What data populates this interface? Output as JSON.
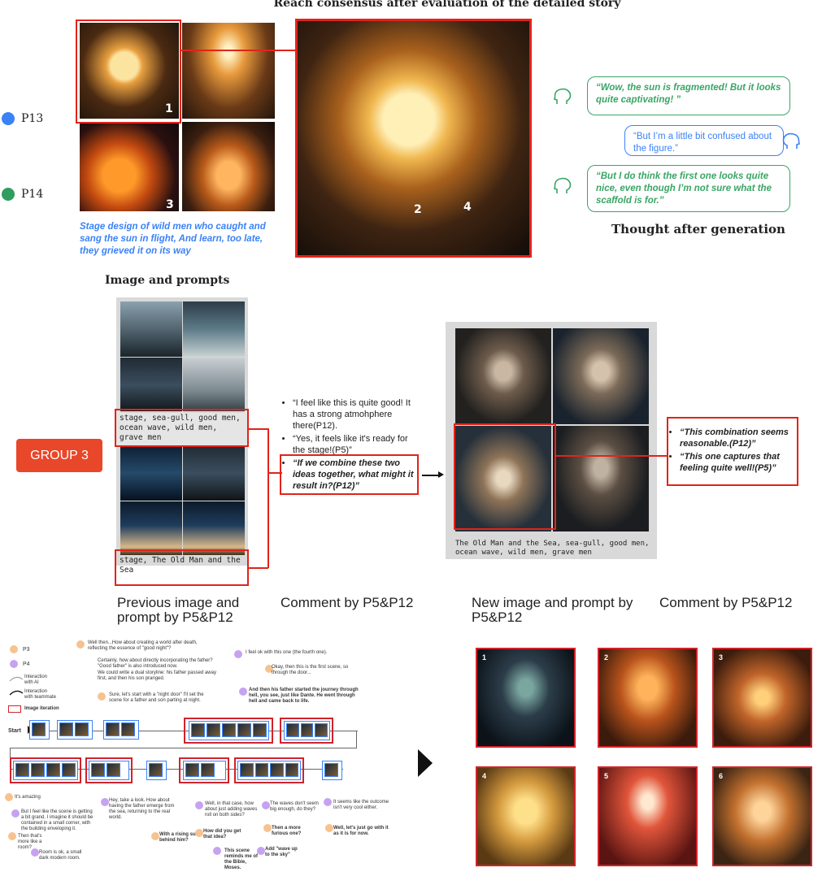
{
  "section1": {
    "title": "Reach consensus after evaluation of the detailed story",
    "participants": [
      {
        "label": "P13",
        "color": "#3b82f6"
      },
      {
        "label": "P14",
        "color": "#2f9d5d"
      }
    ],
    "image_numbers": [
      "1",
      "2",
      "3",
      "4"
    ],
    "caption": "Stage design of wild men who caught and sang the sun in flight, And learn, too late, they grieved it on its way",
    "thoughts": [
      {
        "text": "“Wow, the sun is fragmented! But it looks quite captivating! ”",
        "color": "#2f9d5d"
      },
      {
        "text": "“But I’m a little bit confused about the figure.”",
        "color": "#3b82f6"
      },
      {
        "text": "“But I do think the first one looks quite nice, even though I’m not sure what the scaffold is for.”",
        "color": "#2f9d5d"
      }
    ],
    "thought_label": "Thought after generation"
  },
  "section2": {
    "heading": "Image and prompts",
    "group_label": "GROUP 3",
    "prompt_top": "stage, sea-gull, good men, ocean wave, wild men, grave men",
    "prompt_bottom": "stage, The Old Man and the Sea",
    "comments_left": [
      "“I feel like this is quite good! It has a strong atmohphere there(P12).",
      "“Yes, it feels like it's ready for the stage!(P5)”",
      "“If we combine these two ideas together, what might it result in?(P12)”"
    ],
    "new_prompt": "The Old Man and the Sea, sea-gull, good men, ocean wave, wild men, grave men",
    "comments_right": [
      "“This combination seems reasonable.(P12)”",
      "“This one captures that feeling quite well!(P5)”"
    ],
    "labels": {
      "prev": "Previous image and prompt by P5&P12",
      "comment1": "Comment by P5&P12",
      "new": "New image and prompt by P5&P12",
      "comment2": "Comment by P5&P12"
    }
  },
  "section3": {
    "legend": {
      "p3": "P3",
      "p4": "P4",
      "interaction_ai": "Interaction with AI",
      "interaction_team": "Interaction with teammate",
      "image_iteration": "Image iteration"
    },
    "start_label": "Start",
    "top_notes": [
      "Well then...How about creating a world after death, reflecting the essence of \"good night\"?",
      "Certainly, how about directly incorporating the father? \"Good father\" is also introduced now.",
      "We could write a dual storyline: his father passed away first, and then his son pranged.",
      "Sure, let's start with a \"night door\" I'll set the scene for a father and son parting at night.",
      "I feel ok with this one (the fourth one).",
      "Okay, then this is the first scene, so through the door...",
      "And then his father started the journey through hell, you see, just like Dante. He went through hell and came back to life."
    ],
    "bottom_notes": [
      "It's amazing",
      "But I feel like the scene is getting a bit grand. I imagine it should be contained in a small corner, with the building enveloping it.",
      "Then that's more like a room?",
      "Room is ok, a small dark modern room.",
      "Hey, take a look. How about having the father emerge from the sea, returning to the real world.",
      "With a rising sun behind him?",
      "Well, in that case, how about just adding waves roll on both sides?",
      "How did you get that idea?",
      "This scene reminds me of the Bible, Moses.",
      "The waves don't seem big enough, do they?",
      "Then a more furious one?",
      "Add \"wave up to the sky\"",
      "It seems like the outcome isn't very cool either.",
      "Well, let's just go with it as it is for now."
    ],
    "gen_numbers": [
      "1",
      "2",
      "3",
      "4",
      "5",
      "6"
    ],
    "colors": {
      "p3": "#f6c38f",
      "p4": "#c5a3f0",
      "iteration": "#d1232a",
      "thumb_border": "#3b82f6"
    }
  }
}
